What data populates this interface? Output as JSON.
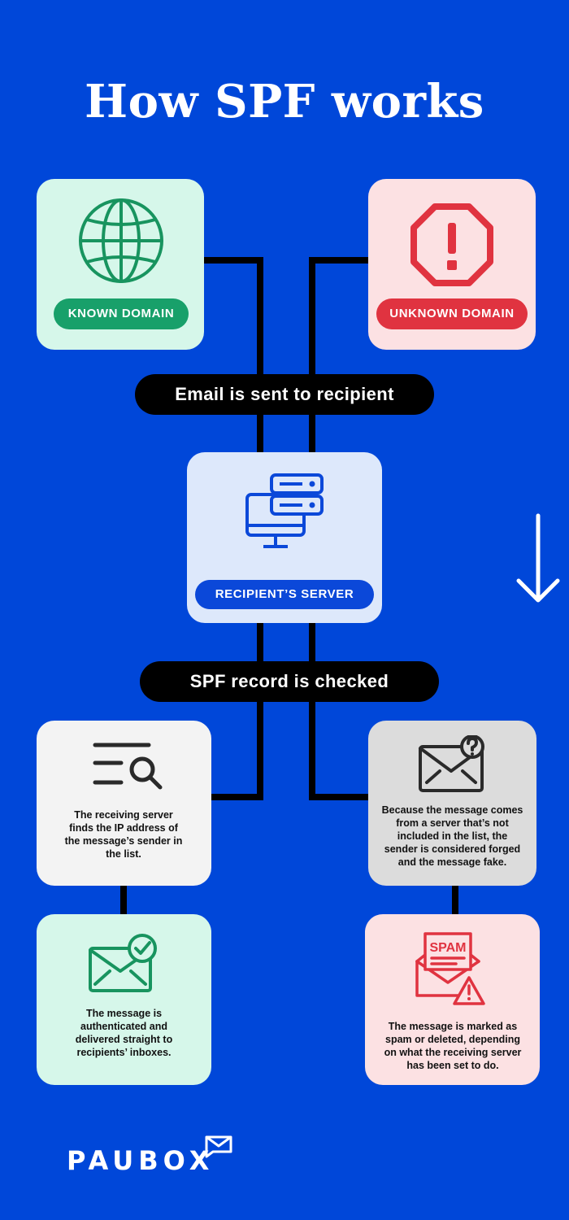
{
  "title": "How SPF works",
  "known_domain": {
    "label": "KNOWN DOMAIN",
    "icon": "globe-icon",
    "bg": "#d6f7ea",
    "pill_color": "#18a06a"
  },
  "unknown_domain": {
    "label": "UNKNOWN DOMAIN",
    "icon": "stop-warning-icon",
    "bg": "#fce1e3",
    "pill_color": "#e03340"
  },
  "step_sent": "Email is sent to recipient",
  "recipient_server": {
    "label": "RECIPIENT’S SERVER",
    "icon": "server-monitor-icon",
    "bg": "#dde8fb",
    "pill_color": "#0b48d9"
  },
  "step_checked": "SPF record is checked",
  "found": {
    "text": "The receiving server finds the IP address of the message’s sender in the list.",
    "icon": "search-list-icon"
  },
  "not_found": {
    "text": "Because the message comes from a server that’s not included in the list, the sender is considered forged and the message fake.",
    "icon": "envelope-question-icon"
  },
  "authenticated": {
    "text": "The message is authenticated and delivered straight to recipients’ inboxes.",
    "icon": "envelope-check-icon"
  },
  "spam": {
    "text": "The message is marked as spam or deleted, depending on what the receiving server has been set to do.",
    "icon": "spam-envelope-icon",
    "badge": "SPAM"
  },
  "flow_arrow": "down-arrow-icon",
  "brand": {
    "name": "PAUBOX",
    "icon": "envelope-logo-icon"
  }
}
